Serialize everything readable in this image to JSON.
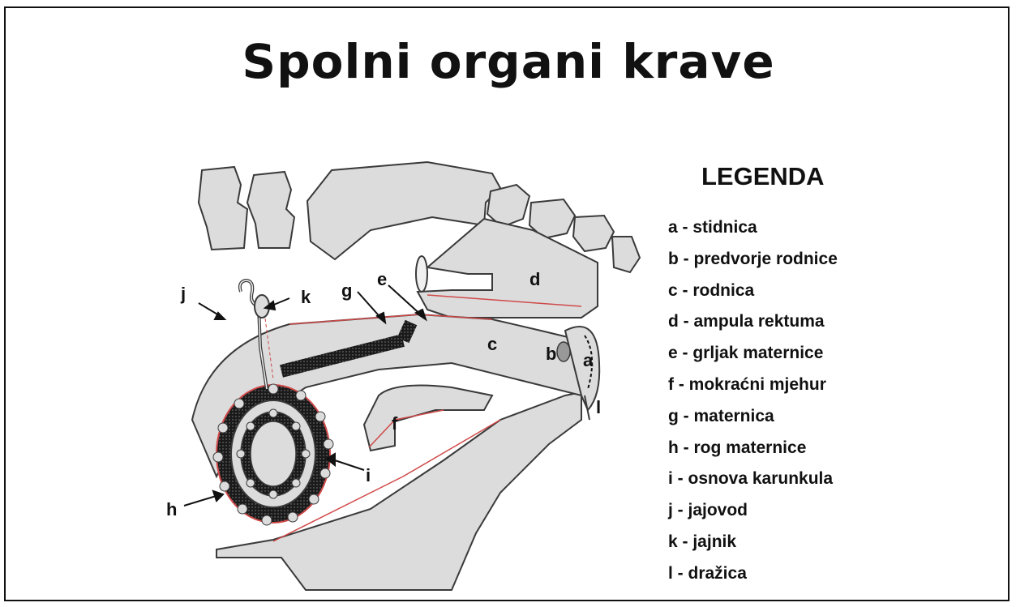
{
  "title": "Spolni organi krave",
  "legend": {
    "heading": "LEGENDA",
    "items": [
      {
        "key": "a",
        "text": "a - stidnica"
      },
      {
        "key": "b",
        "text": "b - predvorje rodnice"
      },
      {
        "key": "c",
        "text": "c - rodnica"
      },
      {
        "key": "d",
        "text": "d - ampula rektuma"
      },
      {
        "key": "e",
        "text": "e - grljak maternice"
      },
      {
        "key": "f",
        "text": "f - mokraćni mjehur"
      },
      {
        "key": "g",
        "text": "g - maternica"
      },
      {
        "key": "h",
        "text": "h - rog maternice"
      },
      {
        "key": "i",
        "text": "i - osnova karunkula"
      },
      {
        "key": "j",
        "text": "j - jajovod"
      },
      {
        "key": "k",
        "text": "k - jajnik"
      },
      {
        "key": "l",
        "text": "l - dražica"
      }
    ]
  },
  "diagram": {
    "labels": {
      "a": "a",
      "b": "b",
      "c": "c",
      "d": "d",
      "e": "e",
      "f": "f",
      "g": "g",
      "h": "h",
      "i": "i",
      "j": "j",
      "k": "k",
      "l": "l"
    },
    "colors": {
      "tissue": "#dcdcdc",
      "outline": "#3a3a3a",
      "membrane": "#d04a4a",
      "caruncle_band": "#1a1a1a"
    }
  }
}
